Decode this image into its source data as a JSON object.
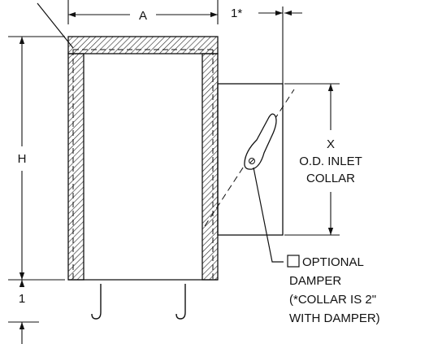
{
  "dimensions": {
    "width_label": "A",
    "collar_offset_label": "1*",
    "height_label": "H",
    "bottom_offset_label": "1",
    "collar_label": "X"
  },
  "collar_note": {
    "line1": "O.D. INLET",
    "line2": "COLLAR"
  },
  "damper_note": {
    "line1": "OPTIONAL",
    "line2": "DAMPER",
    "line3": "(*COLLAR IS 2\"",
    "line4": "WITH DAMPER)"
  }
}
